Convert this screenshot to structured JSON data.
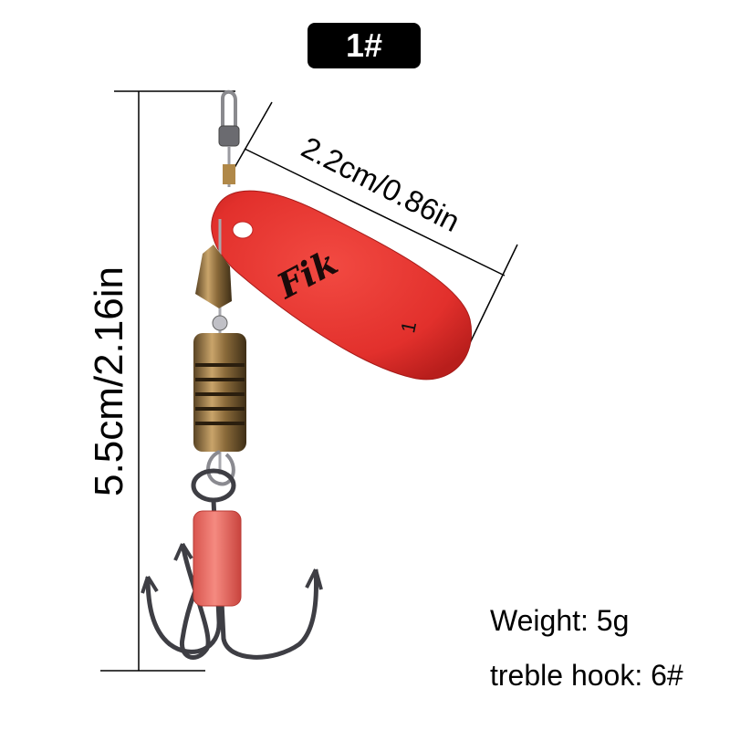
{
  "badge": {
    "label": "1#"
  },
  "dimensions": {
    "blade_width": "2.2cm/0.86in",
    "total_length": "5.5cm/2.16in"
  },
  "blade": {
    "brand": "Fik",
    "number": "1"
  },
  "specs": {
    "weight": "Weight: 5g",
    "treble_hook": "treble hook: 6#"
  },
  "colors": {
    "blade": "#e2302c",
    "badge": "#000000",
    "brass": "#8a6a3a",
    "hook": "#3e3e44",
    "sleeve": "#f07068"
  }
}
